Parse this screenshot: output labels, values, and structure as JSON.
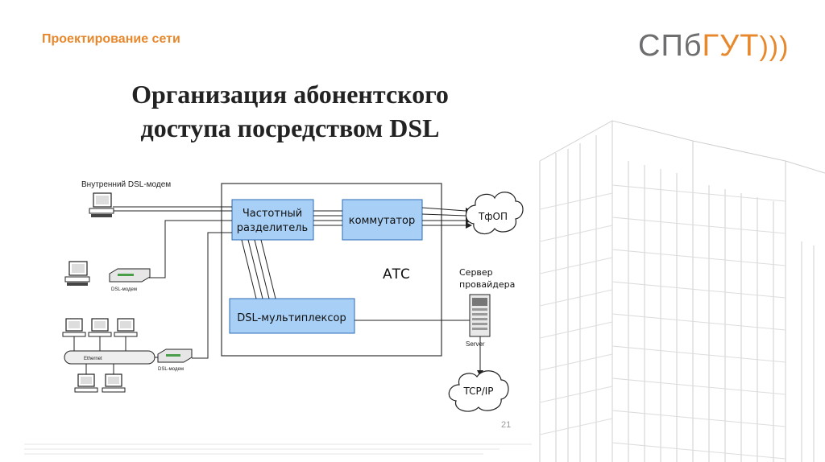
{
  "header": {
    "section_title": "Проектирование сети",
    "logo": {
      "part1": "СПб",
      "part2": "ГУТ",
      "part3": ")))"
    }
  },
  "slide": {
    "title_line1": "Организация абонентского",
    "title_line2": "доступа посредством DSL",
    "page_number": "21"
  },
  "diagram": {
    "internal_modem_label": "Внутренний DSL-модем",
    "dsl_modem_label_1": "DSL-модем",
    "dsl_modem_label_2": "DSL-модем",
    "ethernet_label": "Ethernet",
    "splitter_line1": "Частотный",
    "splitter_line2": "разделитель",
    "switch_label": "коммутатор",
    "ats_label": "АТС",
    "multiplexer_label": "DSL-мультиплексор",
    "pstn_label": "ТфОП",
    "provider_server_line1": "Сервер",
    "provider_server_line2": "провайдера",
    "server_label": "Server",
    "tcpip_label": "TCP/IP"
  },
  "colors": {
    "accent": "#e8882d",
    "box_fill": "#a8cff5",
    "box_stroke": "#2b6bb5"
  }
}
